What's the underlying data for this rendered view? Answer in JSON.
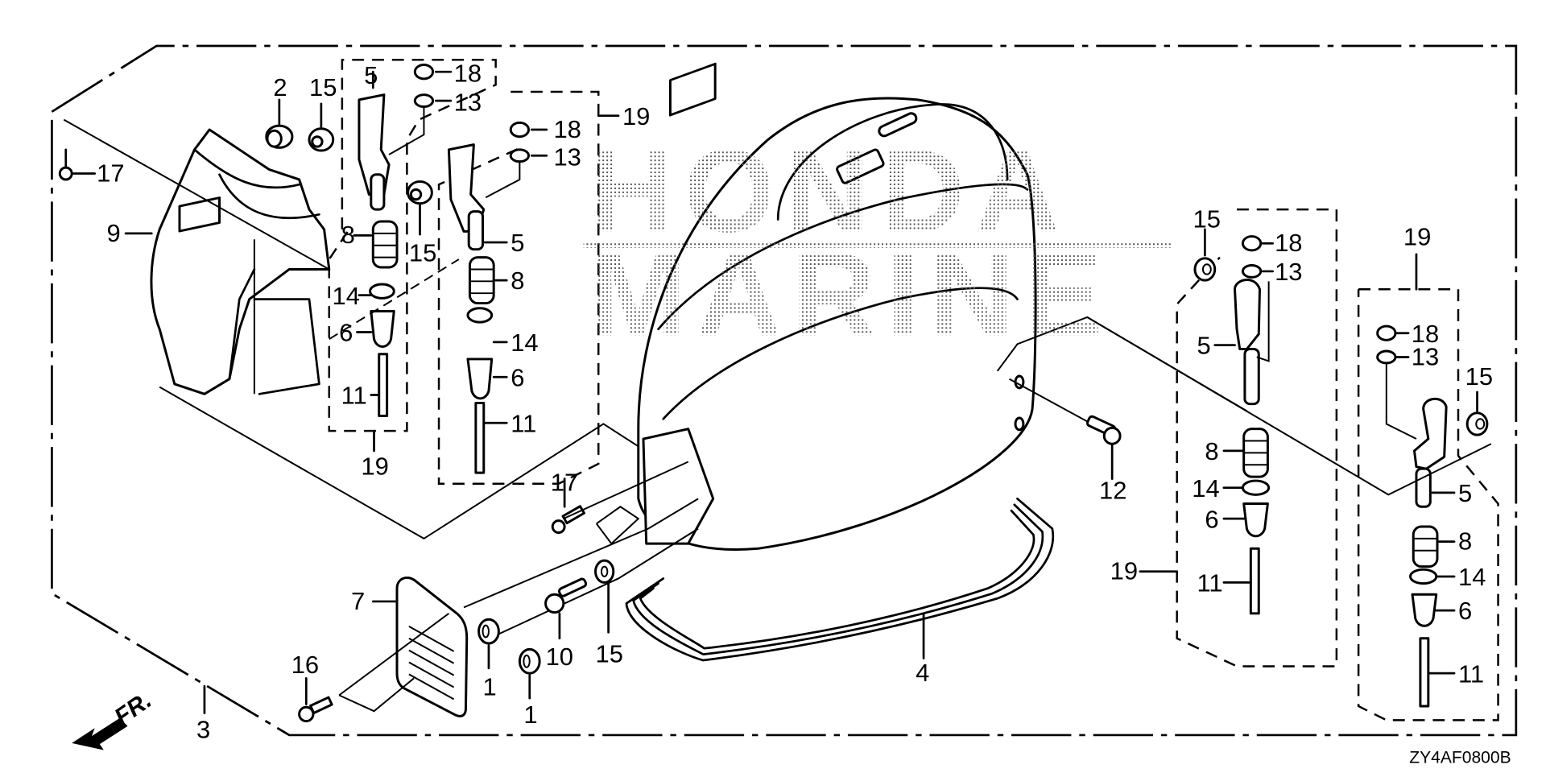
{
  "diagram": {
    "title": "Outboard engine cover parts exploded view",
    "figure_code": "ZY4AF0800B",
    "watermark": {
      "line1": "HONDA",
      "line2": "MARINE"
    },
    "direction_indicator": "FR.",
    "callouts": {
      "main_left_17": "17",
      "main_left_9": "9",
      "main_left_2": "2",
      "main_left_15": "15",
      "grp1_5": "5",
      "grp1_18": "18",
      "grp1_13": "13",
      "grp1_8": "8",
      "grp1_14": "14",
      "grp1_6": "6",
      "grp1_11": "11",
      "grp1_19": "19",
      "mid_15": "15",
      "grp2_18": "18",
      "grp2_13": "13",
      "grp2_5": "5",
      "grp2_8": "8",
      "grp2_14": "14",
      "grp2_6": "6",
      "grp2_11": "11",
      "grp2_19": "19",
      "front_17": "17",
      "front_7": "7",
      "front_16": "16",
      "front_1a": "1",
      "front_1b": "1",
      "front_10": "10",
      "front_15": "15",
      "frame_3": "3",
      "seal_4": "4",
      "side_12": "12",
      "grp3_15": "15",
      "grp3_18": "18",
      "grp3_13": "13",
      "grp3_5": "5",
      "grp3_8": "8",
      "grp3_14": "14",
      "grp3_6": "6",
      "grp3_11": "11",
      "grp3_19": "19",
      "grp4_19": "19",
      "grp4_18": "18",
      "grp4_13": "13",
      "grp4_15": "15",
      "grp4_5": "5",
      "grp4_8": "8",
      "grp4_14": "14",
      "grp4_6": "6",
      "grp4_11": "11"
    }
  }
}
